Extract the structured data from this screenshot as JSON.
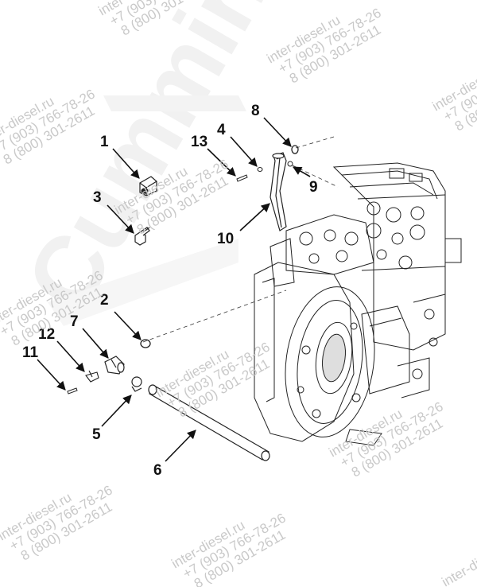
{
  "watermark": {
    "brand": "Cummins",
    "site": "inter-diesel.ru",
    "phone1": "+7 (903) 766-78-26",
    "phone2": "8 (800) 301-2611"
  },
  "callouts": [
    {
      "id": "1",
      "label": "1"
    },
    {
      "id": "2",
      "label": "2"
    },
    {
      "id": "3",
      "label": "3"
    },
    {
      "id": "4",
      "label": "4"
    },
    {
      "id": "5",
      "label": "5"
    },
    {
      "id": "6",
      "label": "6"
    },
    {
      "id": "7",
      "label": "7"
    },
    {
      "id": "8",
      "label": "8"
    },
    {
      "id": "9",
      "label": "9"
    },
    {
      "id": "10",
      "label": "10"
    },
    {
      "id": "11",
      "label": "11"
    },
    {
      "id": "12",
      "label": "12"
    },
    {
      "id": "13",
      "label": "13"
    }
  ],
  "colors": {
    "line": "#222222",
    "watermark": "#c9c9c9",
    "watermark_big": "#f1f1f1"
  }
}
